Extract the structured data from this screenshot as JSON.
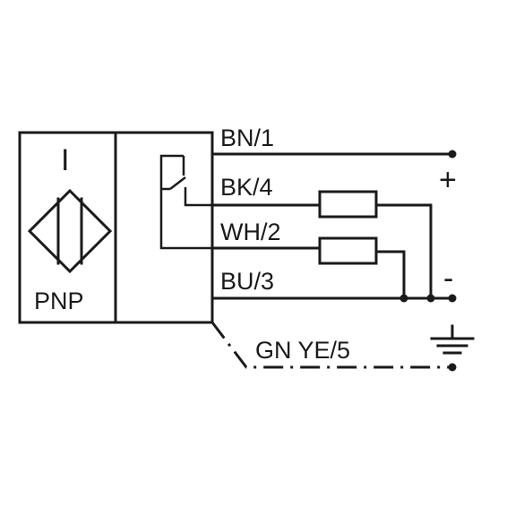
{
  "sensor": {
    "type_symbol": "I",
    "output_type": "PNP"
  },
  "wires": {
    "brown": "BN/1",
    "black": "BK/4",
    "white": "WH/2",
    "blue": "BU/3",
    "ground": "GN YE/5"
  },
  "terminals": {
    "positive": "+",
    "negative": "-"
  },
  "icons": [
    "inductive-sensor-symbol",
    "switch-contact",
    "load-resistor",
    "ground-symbol",
    "junction-dot"
  ],
  "colors": {
    "line": "#1a1a1a",
    "background": "#ffffff"
  }
}
